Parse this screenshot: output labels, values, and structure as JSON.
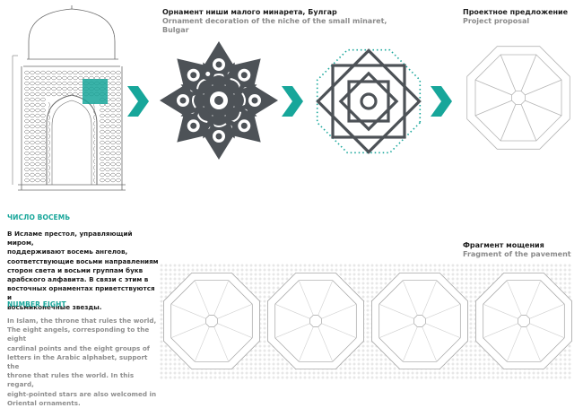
{
  "captions": {
    "ornament_ru": "Орнамент ниши малого минарета, Булгар",
    "ornament_en_line1": "Ornament decoration of the niche of the small minaret,",
    "ornament_en_line2": "Bulgar",
    "proposal_ru": "Проектное предложение",
    "proposal_en": "Project proposal",
    "fragment_ru": "Фрагмент мощения",
    "fragment_en": "Fragment of the pavement"
  },
  "text_block": {
    "heading_ru": "ЧИСЛО ВОСЕМЬ",
    "body_ru": [
      "В Исламе престол, управляющий миром,",
      "поддерживают восемь ангелов,",
      "соответствующие восьми направлениям",
      "сторон света и восьми группам букв",
      "арабского алфавита. В связи с этим в",
      "восточных орнаментах приветствуются и",
      "восьмиконечные звезды."
    ],
    "heading_en": "NUMBER EIGHT",
    "body_en": [
      "In Islam, the throne that rules the world,",
      "The eight angels, corresponding to the eight",
      "cardinal points and the eight groups of",
      "letters in the Arabic alphabet, support the",
      "throne that rules the world. In this regard,",
      "eight-pointed stars are also welcomed in",
      "Oriental ornaments."
    ]
  },
  "colors": {
    "accent": "#17a69a",
    "ornament": "#4d5257",
    "line": "#b5b5b5",
    "text": "#1d1d1d",
    "muted": "#8a8a8a"
  },
  "icons": [
    "arrow-right-icon",
    "arrow-right-icon",
    "arrow-right-icon"
  ]
}
